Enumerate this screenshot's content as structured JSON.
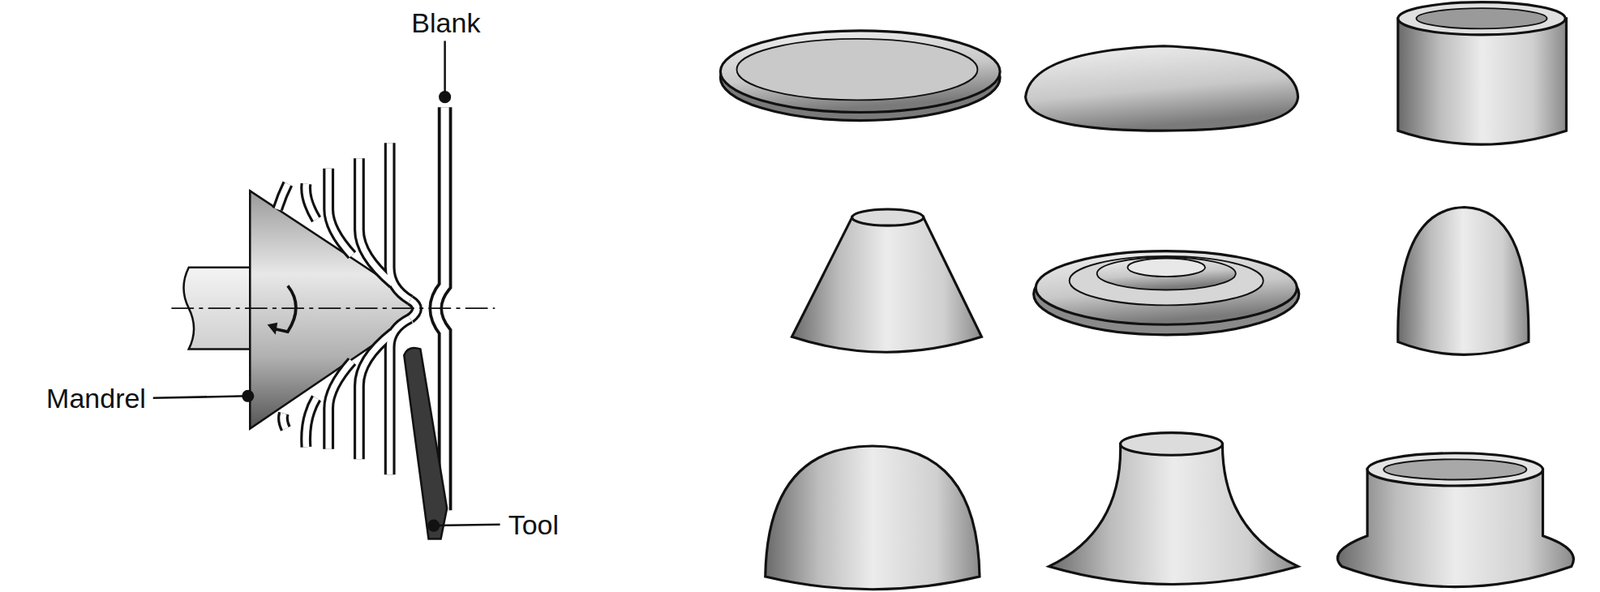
{
  "diagram": {
    "labels": [
      "Blank",
      "Mandrel",
      "Tool"
    ]
  }
}
